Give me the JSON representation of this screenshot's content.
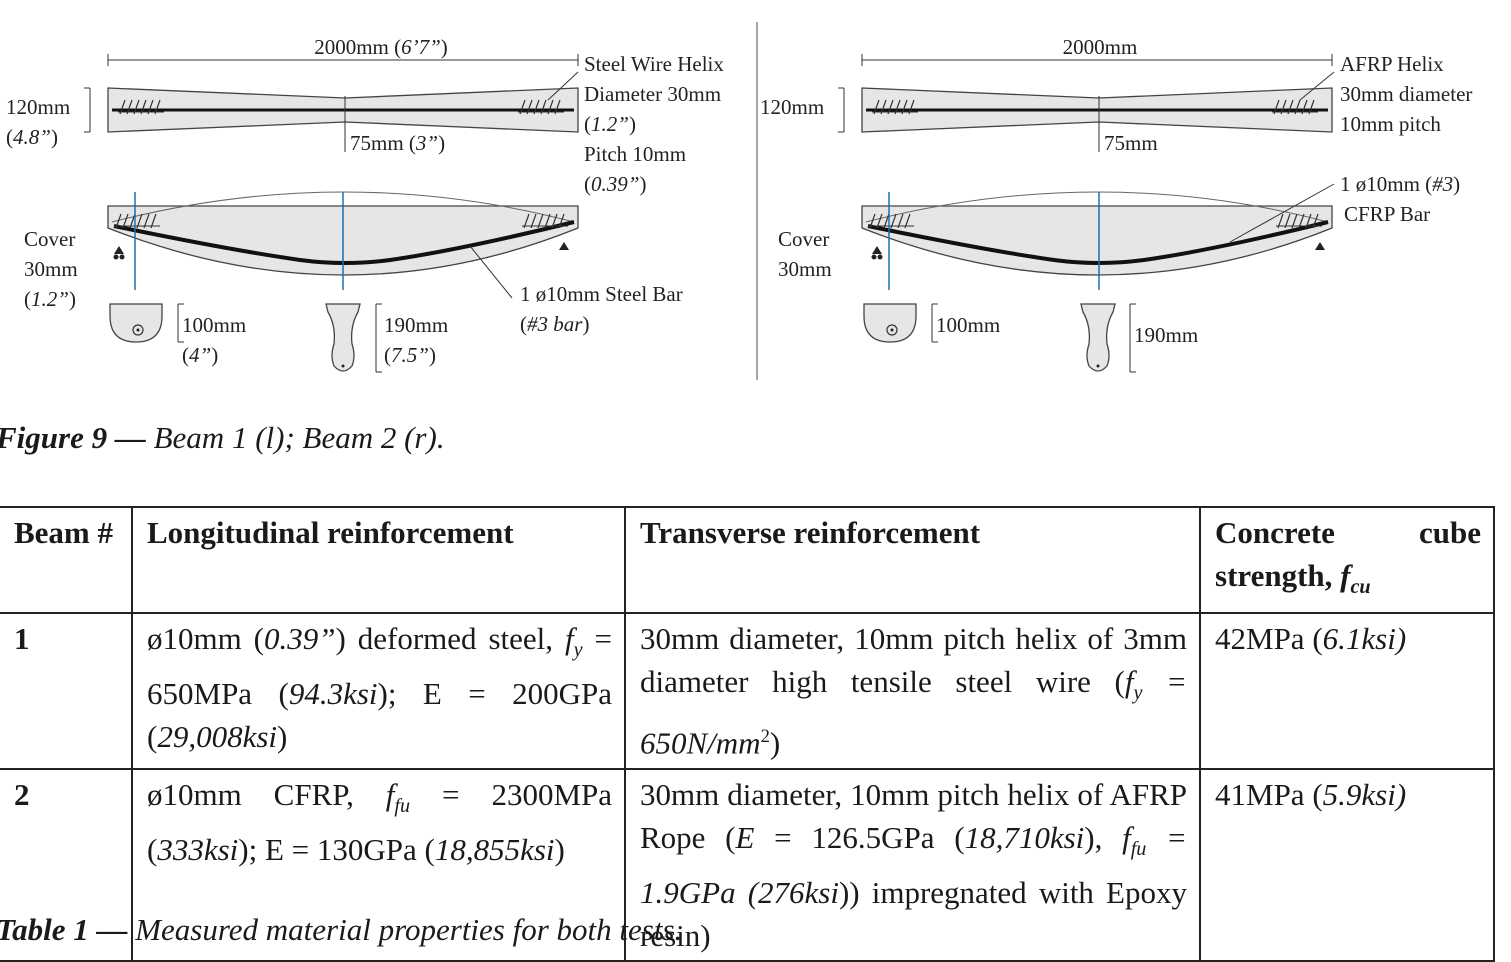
{
  "beam1": {
    "span": "2000mm",
    "span_imperial": "6’7”",
    "depth": "120mm",
    "depth_imperial": "4.8”",
    "mid_width": "75mm",
    "mid_width_imperial": "3”",
    "helix": [
      "Steel Wire Helix",
      "Diameter 30mm"
    ],
    "helix_dia_imperial": "1.2”",
    "helix_pitch": "Pitch 10mm",
    "helix_pitch_imperial": "0.39”",
    "cover": [
      "Cover",
      "30mm"
    ],
    "cover_imperial": "1.2”",
    "bar": "1 ø10mm Steel Bar",
    "bar_imperial": "#3 bar",
    "section_end": "100mm",
    "section_end_imperial": "4”",
    "section_mid": "190mm",
    "section_mid_imperial": "7.5”"
  },
  "beam2": {
    "span": "2000mm",
    "depth": "120mm",
    "mid_width": "75mm",
    "helix": [
      "AFRP Helix",
      "30mm diameter",
      "10mm pitch"
    ],
    "bar_line1": "1 ø10mm (",
    "bar_line1_it": "#3",
    "bar_line1_end": ")",
    "bar_line2": "CFRP Bar",
    "cover": [
      "Cover",
      "30mm"
    ],
    "section_end": "100mm",
    "section_mid": "190mm"
  },
  "figure_caption": {
    "bold": "Figure 9 —",
    "text": "Beam 1 (l); Beam 2 (r)."
  },
  "table_caption": {
    "bold": "Table 1 —",
    "text": "Measured material properties for both tests."
  },
  "table": {
    "headers": {
      "beam": "Beam #",
      "longitudinal": "Longitudinal reinforcement",
      "transverse": "Transverse reinforcement",
      "concrete": "Concrete cube strength,",
      "concrete_sym": "f",
      "concrete_sub": "cu"
    },
    "rows": [
      {
        "beam": "1",
        "long_a": "ø10mm (",
        "long_a_it": "0.39”",
        "long_b": ") deformed steel,",
        "long_fy": "f",
        "long_fy_sub": "y",
        "long_c": " = 650MPa (",
        "long_c_it": "94.3ksi",
        "long_d": "); E = 200GPa (",
        "long_d_it": "29,008ksi",
        "long_e": ")",
        "trans_a": "30mm diameter, 10mm pitch helix of 3mm diameter high tensile steel wire (",
        "trans_fy": "f",
        "trans_fy_sub": "y",
        "trans_b": " = 650N/mm",
        "trans_b_sup": "2",
        "trans_c": ")",
        "conc": "42MPa (",
        "conc_it": "6.1ksi)"
      },
      {
        "beam": "2",
        "long_a": "ø10mm CFRP,",
        "long_ffu": "f",
        "long_ffu_sub": "fu",
        "long_b": " = 2300MPa (",
        "long_b_it": "333ksi",
        "long_c": "); E = 130GPa (",
        "long_c_it": "18,855ksi",
        "long_d": ")",
        "trans_a": "30mm diameter, 10mm pitch helix of AFRP Rope (",
        "trans_E": "E",
        "trans_b": " = 126.5GPa (",
        "trans_b_it": "18,710ksi",
        "trans_c": "),",
        "trans_ffu": "f",
        "trans_ffu_sub": "fu",
        "trans_d_it": " = 1.9GPa (276ksi",
        "trans_e": ")) impregnated with Epoxy resin)",
        "conc": "41MPa (",
        "conc_it": "5.9ksi)"
      }
    ]
  }
}
